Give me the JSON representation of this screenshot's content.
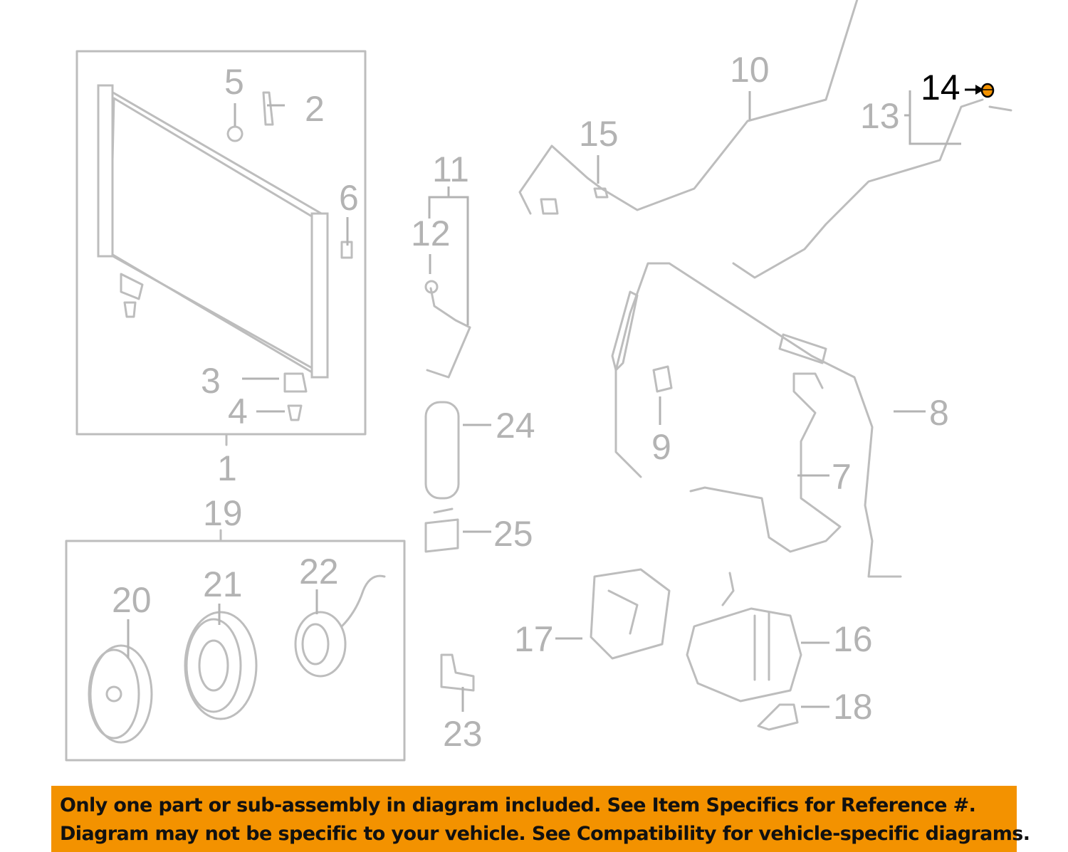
{
  "diagram": {
    "highlighted_part": "14",
    "highlight_color": "#f39200",
    "labels": [
      "5",
      "2",
      "6",
      "3",
      "4",
      "1",
      "19",
      "20",
      "21",
      "22",
      "12",
      "11",
      "24",
      "25",
      "23",
      "15",
      "10",
      "13",
      "14",
      "8",
      "9",
      "7",
      "17",
      "16",
      "18"
    ]
  },
  "banner": {
    "line1": "Only one part or sub-assembly in diagram included. See Item Specifics for Reference #.",
    "line2": "Diagram may not be specific to your vehicle. See Compatibility for vehicle-specific diagrams.",
    "color": "#f39200"
  }
}
